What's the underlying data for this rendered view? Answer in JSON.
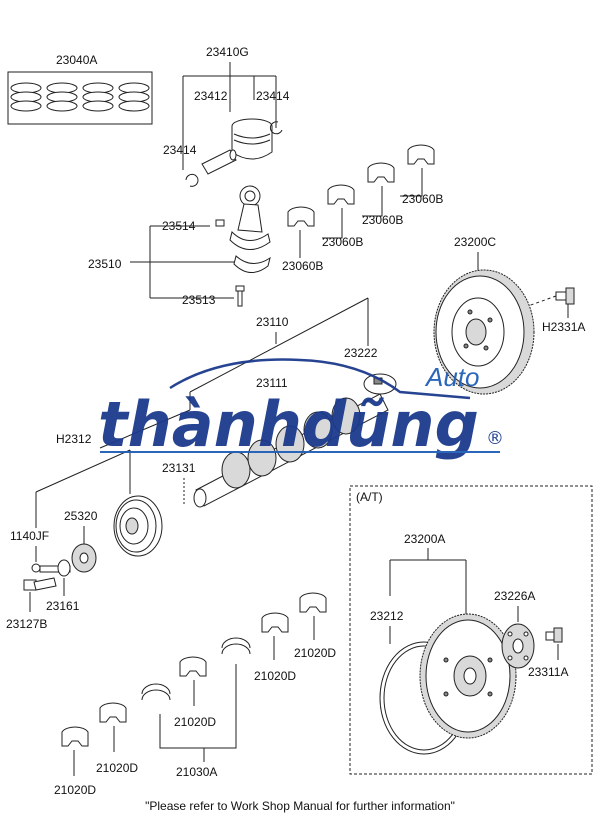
{
  "labels": {
    "p23040A": "23040A",
    "p23410G": "23410G",
    "p23412": "23412",
    "p23414a": "23414",
    "p23414b": "23414",
    "p23514": "23514",
    "p23510": "23510",
    "p23513": "23513",
    "p23060Ba": "23060B",
    "p23060Bb": "23060B",
    "p23060Bc": "23060B",
    "p23060Bd": "23060B",
    "p23200C": "23200C",
    "pH2331A": "H2331A",
    "p23110": "23110",
    "p23222": "23222",
    "p23111": "23111",
    "pH2312": "H2312",
    "p23131": "23131",
    "p25320": "25320",
    "p1140JF": "1140JF",
    "p23161": "23161",
    "p23127B": "23127B",
    "pAT": "(A/T)",
    "p23200A": "23200A",
    "p23212": "23212",
    "p23226A": "23226A",
    "p23311A": "23311A",
    "p21020Da": "21020D",
    "p21020Db": "21020D",
    "p21020Dc": "21020D",
    "p21020Dd": "21020D",
    "p21020De": "21020D",
    "p21030A": "21030A"
  },
  "footer": "\"Please refer to Work Shop Manual for further information\"",
  "watermark": {
    "main": "thànhdũng",
    "sub": "Auto",
    "reg": "®",
    "color_main": "#1b3a8c",
    "color_accent": "#1f5fb8"
  }
}
